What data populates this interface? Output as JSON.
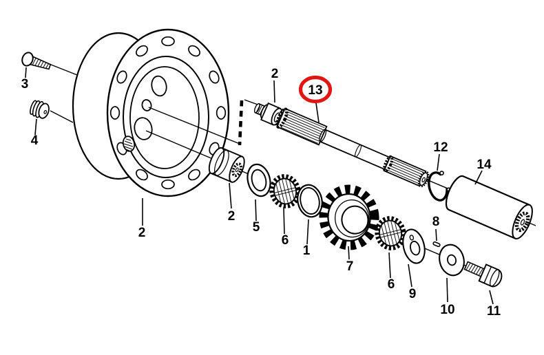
{
  "diagram": {
    "type": "exploded-parts-diagram",
    "background_color": "#ffffff",
    "line_color": "#000000",
    "highlight": {
      "part": "13",
      "shape": "ellipse",
      "color": "#e11612"
    },
    "labels": {
      "l3": "3",
      "l4": "4",
      "l2_hub": "2",
      "l2_bushing": "2",
      "l13": "13",
      "l12": "12",
      "l14": "14",
      "l2_sleeve": "2",
      "l5": "5",
      "l6_first": "6",
      "l1": "1",
      "l7": "7",
      "l6_second": "6",
      "l8": "8",
      "l9": "9",
      "l10": "10",
      "l11": "11"
    }
  }
}
